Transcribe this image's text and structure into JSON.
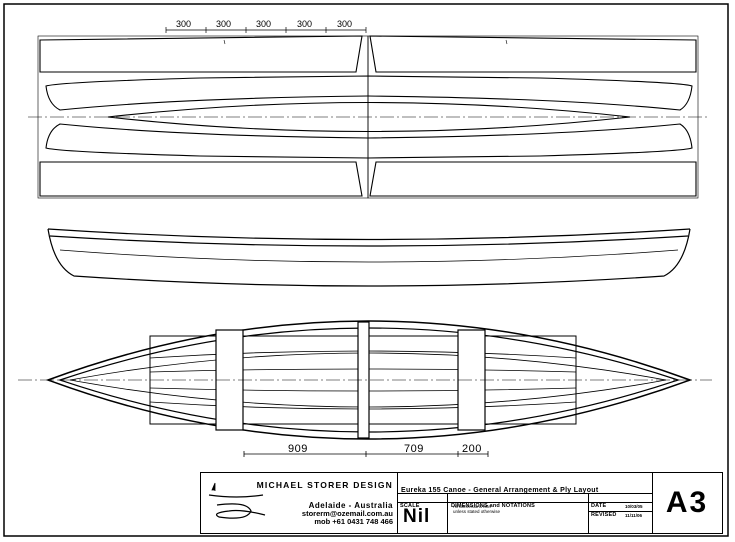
{
  "panel_dimensions": [
    "300",
    "300",
    "300",
    "300",
    "300"
  ],
  "plan_dimensions": [
    "909",
    "709",
    "200"
  ],
  "title_block": {
    "company": "MICHAEL STORER DESIGN",
    "location": "Adelaide - Australia",
    "email": "storerm@ozemail.com.au",
    "phone": "mob +61 0431 748 466",
    "drawing_title": "Eureka 155 Canoe - General Arrangement & Ply Layout",
    "scale_label": "SCALE",
    "scale_value": "Nil",
    "dimensions_label": "DIMENSIONS and NOTATIONS",
    "dimensions_note_1": "All dimensions MM",
    "dimensions_note_2": "unless stated otherwise",
    "date_label": "DATE",
    "date_value": "10/03/05",
    "revised_label": "REVISED",
    "revised_value": "11/11/06",
    "sheet_size": "A3"
  },
  "logo_icon": "canoe-logo-icon"
}
